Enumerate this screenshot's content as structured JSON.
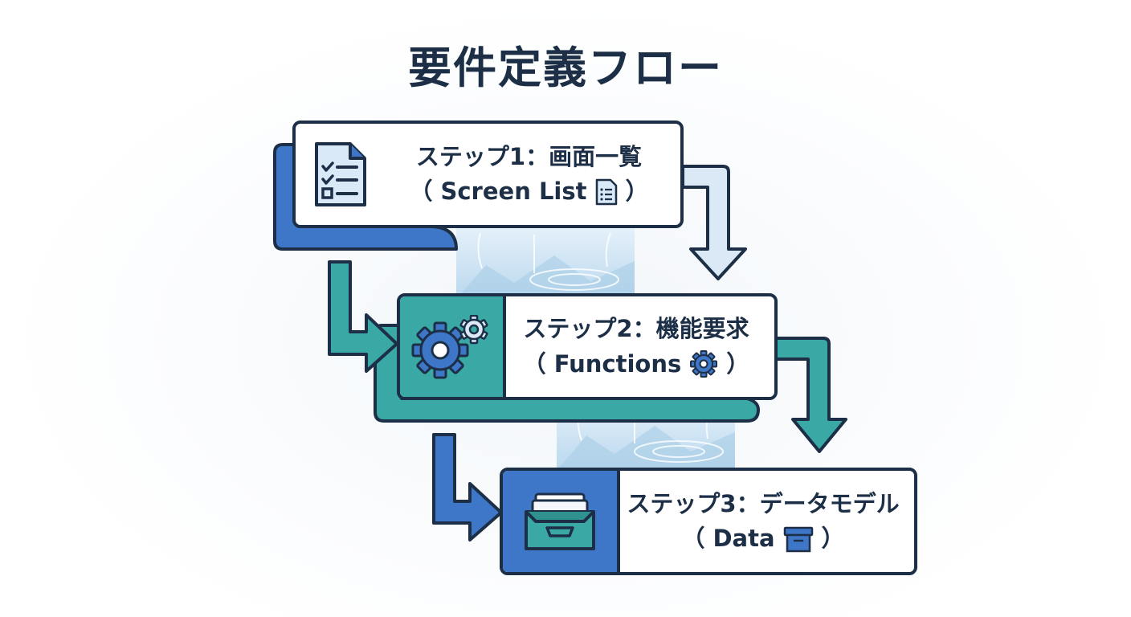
{
  "title": "要件定義フロー",
  "steps": [
    {
      "heading": "ステップ1：画面一覧",
      "sub": "Screen List",
      "icon": "checklist-document-icon",
      "inline_icon": "document-icon"
    },
    {
      "heading": "ステップ2：機能要求",
      "sub": "Functions",
      "icon": "gears-icon",
      "inline_icon": "gear-icon"
    },
    {
      "heading": "ステップ3：データモデル",
      "sub": "Data",
      "icon": "inbox-tray-icon",
      "inline_icon": "box-icon"
    }
  ],
  "open_paren": "（",
  "close_paren": "）",
  "colors": {
    "navy": "#1c2f47",
    "blue": "#3f77c8",
    "teal": "#3aa9a6",
    "light_blue": "#dbe9f6",
    "water": "#cfe4f3"
  }
}
